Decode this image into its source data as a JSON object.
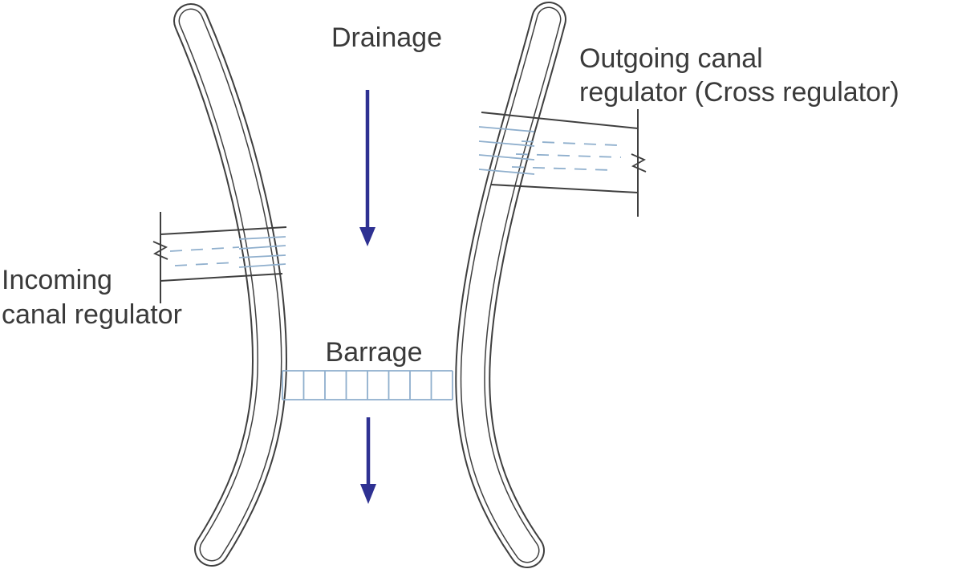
{
  "diagram": {
    "type": "irrigation-barrage-schematic",
    "labels": {
      "drainage": "Drainage",
      "outgoing_line1": "Outgoing canal",
      "outgoing_line2": "regulator (Cross regulator)",
      "incoming_line1": "Incoming",
      "incoming_line2": "canal regulator",
      "barrage": "Barrage"
    },
    "colors": {
      "outline": "#3f3f3f",
      "text": "#3a3a3a",
      "arrow": "#2e3192",
      "water": "#8fafcd"
    }
  }
}
